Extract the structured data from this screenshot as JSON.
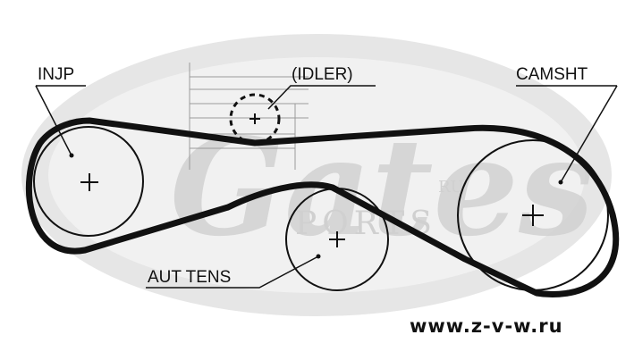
{
  "labels": {
    "injp": "INJP",
    "idler": "(IDLER)",
    "camsht": "CAMSHT",
    "aut_tens": "AUT TENS"
  },
  "website": "www.z-v-w.ru",
  "watermark": {
    "logo_text": "Gates",
    "brand_top": "RU",
    "brand_main": "PORTS"
  },
  "colors": {
    "belt": "#111111",
    "watermark": "#e4e4e4",
    "text": "#111111"
  }
}
